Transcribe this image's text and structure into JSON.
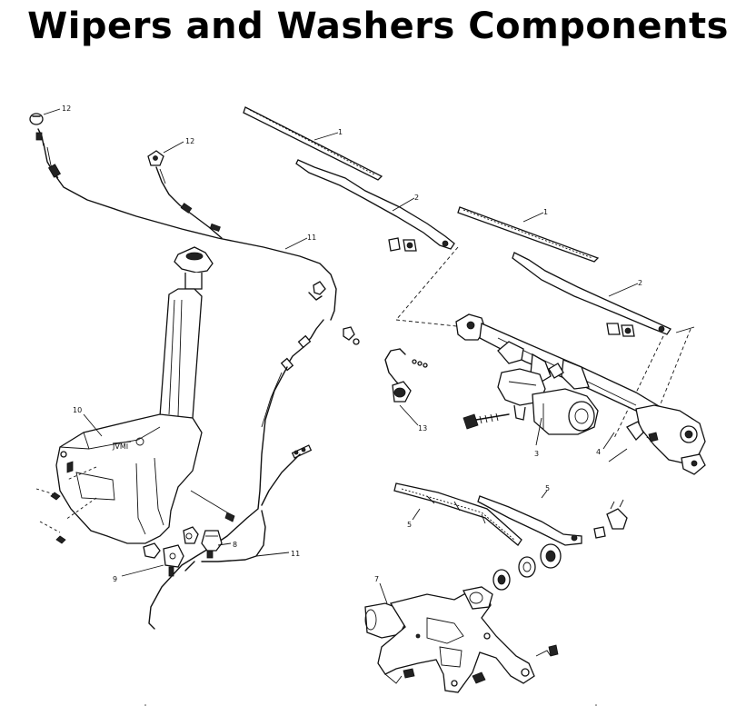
{
  "title": "Wipers and Washers Components",
  "callouts": {
    "c1a": "1",
    "c1b": "1",
    "c2a": "2",
    "c2b": "2",
    "c3": "3",
    "c4": "4",
    "c5a": "5",
    "c5b": "5",
    "c7": "7",
    "c8": "8",
    "c9": "9",
    "c10": "10",
    "c11a": "11",
    "c11b": "11",
    "c12a": "12",
    "c12b": "12",
    "c13": "13"
  },
  "colors": {
    "ink": "#111111",
    "background": "#ffffff"
  }
}
